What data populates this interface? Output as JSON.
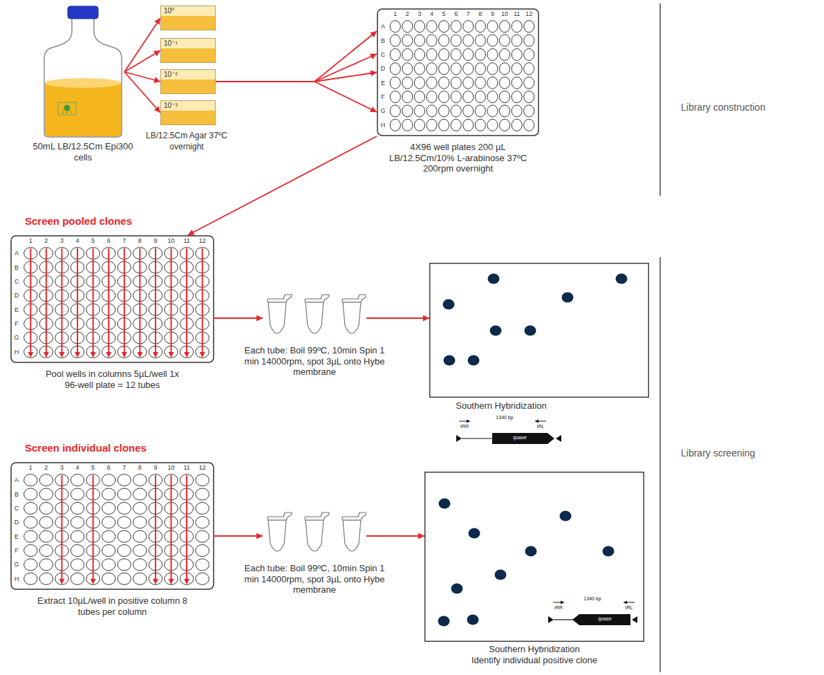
{
  "diagram": {
    "nodes": [
      {
        "text": [
          "50mL LB/12.5Cm Epi300 cells"
        ]
      },
      {
        "text": [
          "10⁰"
        ]
      },
      {
        "text": [
          "10⁻¹"
        ]
      },
      {
        "text": [
          "10⁻²"
        ]
      },
      {
        "text": [
          "10⁻³"
        ]
      },
      {
        "text": [
          "4X96 well plates 200 µL LB/12.5Cm/10% L-arabinose 37ºC 200rpm overnight"
        ]
      },
      {
        "text": [
          "Pool wells in columns 5µL/well 1x 96-well plate = 12 tubes"
        ]
      },
      {
        "text": [
          "Each tube: Boil 99ºC, 10min Spin 1 min 14000rpm, spot 3µL onto Hybe membrane"
        ]
      },
      {
        "text": [
          "Southern Hybridization"
        ]
      },
      {
        "text": [
          "Extract 10µL/well in positive column 8 tubes per column"
        ]
      },
      {
        "text": [
          "Each tube: Boil 99ºC, 10min Spin 1 min 14000rpm, spot 3µL onto Hybe membrane"
        ]
      },
      {
        "text": [
          "Southern Hybridization",
          "Identify individual positive clone"
        ]
      }
    ],
    "edges": [
      {
        "from": 0,
        "to": 1,
        "arrow": "to"
      },
      {
        "from": 0,
        "to": 2,
        "arrow": "to"
      },
      {
        "from": 0,
        "to": 3,
        "arrow": "to"
      },
      {
        "from": 0,
        "to": 4,
        "arrow": "to"
      },
      {
        "from": 3,
        "to": 5,
        "arrow": "to"
      },
      {
        "from": 5,
        "to": 6,
        "arrow": "to"
      },
      {
        "from": 6,
        "to": 7,
        "arrow": "to"
      },
      {
        "from": 7,
        "to": 8,
        "arrow": "to"
      },
      {
        "from": 9,
        "to": 10,
        "arrow": "to"
      },
      {
        "from": 10,
        "to": 11,
        "arrow": "to"
      }
    ],
    "labels": [
      "Library construction",
      "Library screening",
      "Screen pooled clones",
      "Screen individual clones",
      "LB/12.5Cm Agar 37ºC overnight",
      "1340 bp",
      "IRR",
      "IRL",
      "tpase",
      "1340 bp",
      "IRR",
      "IRL",
      "tpase",
      "1",
      "2",
      "3",
      "4",
      "5",
      "6",
      "7",
      "8",
      "9",
      "10",
      "11",
      "12",
      "A",
      "B",
      "C",
      "D",
      "E",
      "F",
      "G",
      "H",
      "1",
      "2",
      "3",
      "4",
      "5",
      "6",
      "7",
      "8",
      "9",
      "10",
      "11",
      "12",
      "A",
      "B",
      "C",
      "D",
      "E",
      "F",
      "G",
      "H",
      "1",
      "2",
      "3",
      "4",
      "5",
      "6",
      "7",
      "8",
      "9",
      "10",
      "11",
      "12",
      "A",
      "B",
      "C",
      "D",
      "E",
      "F",
      "G",
      "H"
    ]
  }
}
